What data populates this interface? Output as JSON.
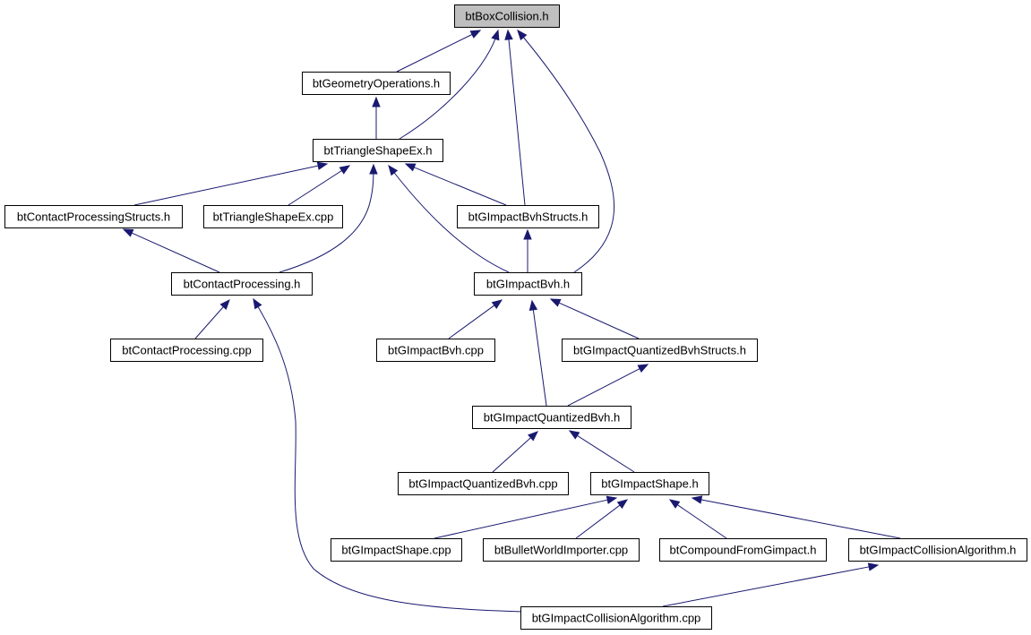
{
  "diagram": {
    "nodes": [
      {
        "id": "boxcollision",
        "label": "btBoxCollision.h",
        "root": true
      },
      {
        "id": "geomops",
        "label": "btGeometryOperations.h"
      },
      {
        "id": "trishapeex_h",
        "label": "btTriangleShapeEx.h"
      },
      {
        "id": "contactstructs",
        "label": "btContactProcessingStructs.h"
      },
      {
        "id": "trishapeex_cpp",
        "label": "btTriangleShapeEx.cpp"
      },
      {
        "id": "bvhstructs",
        "label": "btGImpactBvhStructs.h"
      },
      {
        "id": "contactproc_h",
        "label": "btContactProcessing.h"
      },
      {
        "id": "bvh_h",
        "label": "btGImpactBvh.h"
      },
      {
        "id": "contactproc_cpp",
        "label": "btContactProcessing.cpp"
      },
      {
        "id": "bvh_cpp",
        "label": "btGImpactBvh.cpp"
      },
      {
        "id": "qbvhstructs",
        "label": "btGImpactQuantizedBvhStructs.h"
      },
      {
        "id": "qbvh_h",
        "label": "btGImpactQuantizedBvh.h"
      },
      {
        "id": "qbvh_cpp",
        "label": "btGImpactQuantizedBvh.cpp"
      },
      {
        "id": "shape_h",
        "label": "btGImpactShape.h"
      },
      {
        "id": "shape_cpp",
        "label": "btGImpactShape.cpp"
      },
      {
        "id": "worldimporter",
        "label": "btBulletWorldImporter.cpp"
      },
      {
        "id": "compound",
        "label": "btCompoundFromGimpact.h"
      },
      {
        "id": "collalgo_h",
        "label": "btGImpactCollisionAlgorithm.h"
      },
      {
        "id": "collalgo_cpp",
        "label": "btGImpactCollisionAlgorithm.cpp"
      }
    ],
    "edges": [
      {
        "from": "geomops",
        "to": "boxcollision"
      },
      {
        "from": "trishapeex_h",
        "to": "boxcollision"
      },
      {
        "from": "bvhstructs",
        "to": "boxcollision"
      },
      {
        "from": "bvh_h",
        "to": "boxcollision"
      },
      {
        "from": "trishapeex_h",
        "to": "geomops"
      },
      {
        "from": "contactstructs",
        "to": "trishapeex_h"
      },
      {
        "from": "trishapeex_cpp",
        "to": "trishapeex_h"
      },
      {
        "from": "contactproc_h",
        "to": "trishapeex_h"
      },
      {
        "from": "bvh_h",
        "to": "trishapeex_h"
      },
      {
        "from": "bvhstructs",
        "to": "trishapeex_h"
      },
      {
        "from": "contactproc_h",
        "to": "contactstructs"
      },
      {
        "from": "bvh_h",
        "to": "bvhstructs"
      },
      {
        "from": "contactproc_cpp",
        "to": "contactproc_h"
      },
      {
        "from": "collalgo_cpp",
        "to": "contactproc_h"
      },
      {
        "from": "bvh_cpp",
        "to": "bvh_h"
      },
      {
        "from": "qbvhstructs",
        "to": "bvh_h"
      },
      {
        "from": "qbvh_h",
        "to": "bvh_h"
      },
      {
        "from": "qbvh_h",
        "to": "qbvhstructs"
      },
      {
        "from": "qbvh_cpp",
        "to": "qbvh_h"
      },
      {
        "from": "shape_h",
        "to": "qbvh_h"
      },
      {
        "from": "shape_cpp",
        "to": "shape_h"
      },
      {
        "from": "worldimporter",
        "to": "shape_h"
      },
      {
        "from": "compound",
        "to": "shape_h"
      },
      {
        "from": "collalgo_h",
        "to": "shape_h"
      },
      {
        "from": "collalgo_cpp",
        "to": "collalgo_h"
      }
    ]
  }
}
